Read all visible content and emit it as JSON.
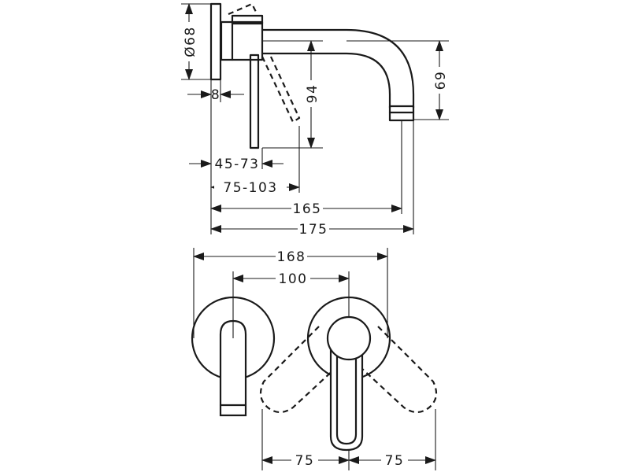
{
  "dimensions": {
    "d68": "Ø68",
    "d8": "8",
    "d45_73": "45-73",
    "d75_103": "75-103",
    "d165": "165",
    "d175": "175",
    "d94": "94",
    "d69": "69",
    "d168": "168",
    "d100": "100",
    "d75_left": "75",
    "d75_right": "75"
  }
}
